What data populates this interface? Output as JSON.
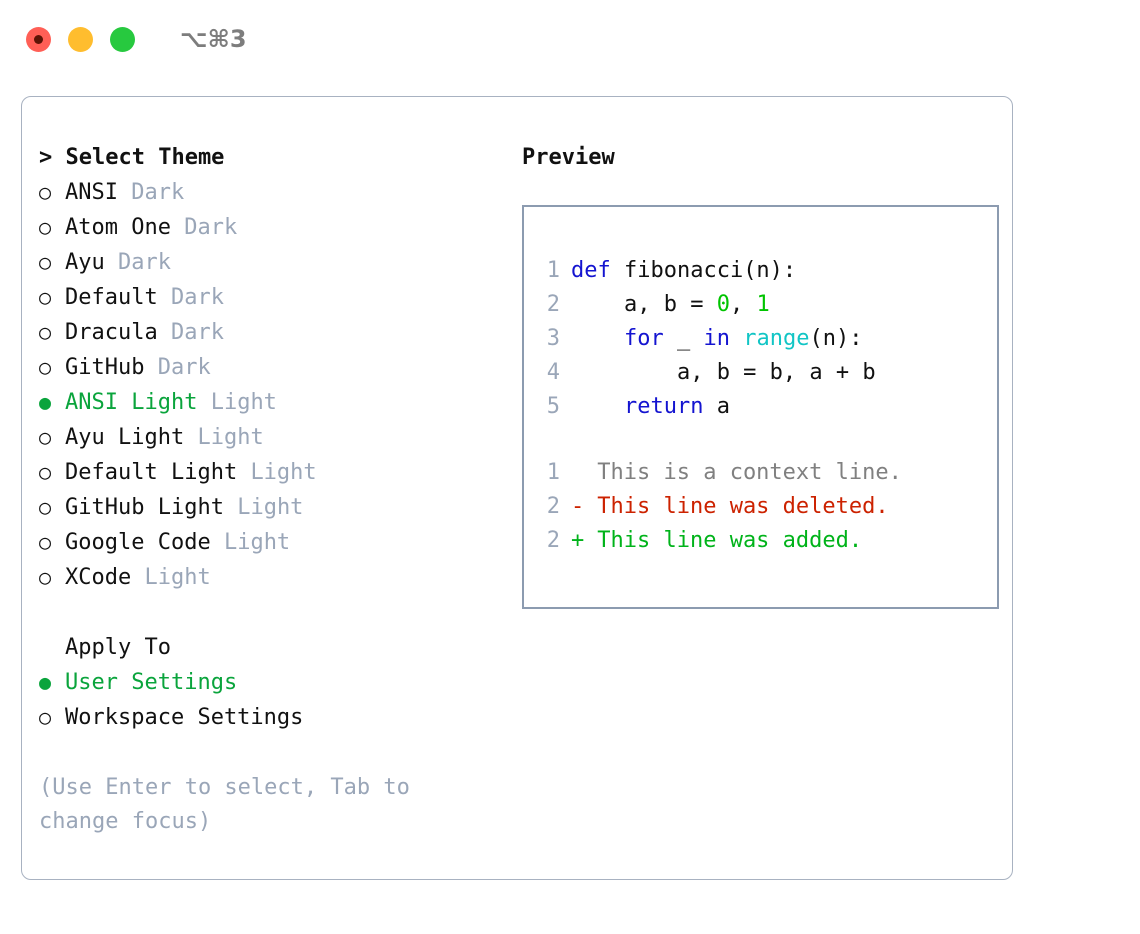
{
  "titlebar": {
    "shortcut": "⌥⌘3",
    "lights": [
      "close-light",
      "minimize-light",
      "maximize-light"
    ]
  },
  "theme_section": {
    "header": "> Select Theme",
    "items": [
      {
        "marker": "○",
        "name": "ANSI",
        "variant": "Dark",
        "selected": false
      },
      {
        "marker": "○",
        "name": "Atom One",
        "variant": "Dark",
        "selected": false
      },
      {
        "marker": "○",
        "name": "Ayu",
        "variant": "Dark",
        "selected": false
      },
      {
        "marker": "○",
        "name": "Default",
        "variant": "Dark",
        "selected": false
      },
      {
        "marker": "○",
        "name": "Dracula",
        "variant": "Dark",
        "selected": false
      },
      {
        "marker": "○",
        "name": "GitHub",
        "variant": "Dark",
        "selected": false
      },
      {
        "marker": "●",
        "name": "ANSI Light",
        "variant": "Light",
        "selected": true
      },
      {
        "marker": "○",
        "name": "Ayu Light",
        "variant": "Light",
        "selected": false
      },
      {
        "marker": "○",
        "name": "Default Light",
        "variant": "Light",
        "selected": false
      },
      {
        "marker": "○",
        "name": "GitHub Light",
        "variant": "Light",
        "selected": false
      },
      {
        "marker": "○",
        "name": "Google Code",
        "variant": "Light",
        "selected": false
      },
      {
        "marker": "○",
        "name": "XCode",
        "variant": "Light",
        "selected": false
      }
    ]
  },
  "apply_section": {
    "header": "Apply To",
    "items": [
      {
        "marker": "●",
        "name": "User Settings",
        "selected": true
      },
      {
        "marker": "○",
        "name": "Workspace Settings",
        "selected": false
      }
    ]
  },
  "hint": "(Use Enter to select, Tab to change focus)",
  "preview": {
    "title": "Preview",
    "code_lines": [
      {
        "no": "1",
        "tokens": [
          {
            "t": "def ",
            "c": "kw"
          },
          {
            "t": "fibonacci(n):",
            "c": "txt"
          }
        ]
      },
      {
        "no": "2",
        "tokens": [
          {
            "t": "    a, b = ",
            "c": "txt"
          },
          {
            "t": "0",
            "c": "num"
          },
          {
            "t": ", ",
            "c": "txt"
          },
          {
            "t": "1",
            "c": "num"
          }
        ]
      },
      {
        "no": "3",
        "tokens": [
          {
            "t": "    ",
            "c": "txt"
          },
          {
            "t": "for",
            "c": "kw"
          },
          {
            "t": " _ ",
            "c": "txt"
          },
          {
            "t": "in",
            "c": "kw"
          },
          {
            "t": " ",
            "c": "txt"
          },
          {
            "t": "range",
            "c": "fn"
          },
          {
            "t": "(n):",
            "c": "txt"
          }
        ]
      },
      {
        "no": "4",
        "tokens": [
          {
            "t": "        a, b = b, a + b",
            "c": "txt"
          }
        ]
      },
      {
        "no": "5",
        "tokens": [
          {
            "t": "    ",
            "c": "txt"
          },
          {
            "t": "return",
            "c": "kw"
          },
          {
            "t": " a",
            "c": "txt"
          }
        ]
      }
    ],
    "diff_lines": [
      {
        "no": "1",
        "marker": " ",
        "text": " This is a context line.",
        "kind": "ctx"
      },
      {
        "no": "2",
        "marker": "-",
        "text": " This line was deleted.",
        "kind": "del"
      },
      {
        "no": "2",
        "marker": "+",
        "text": " This line was added.",
        "kind": "add"
      }
    ]
  },
  "colors": {
    "accent_green": "#0aa43c",
    "muted": "#9aa6b8",
    "border": "#a8b2c1",
    "preview_border": "#8c9bb0",
    "keyword": "#1414d0",
    "number": "#00c400",
    "function": "#11c5c5",
    "diff_deleted": "#cc2200",
    "diff_added": "#00b31a",
    "diff_context": "#808080"
  }
}
